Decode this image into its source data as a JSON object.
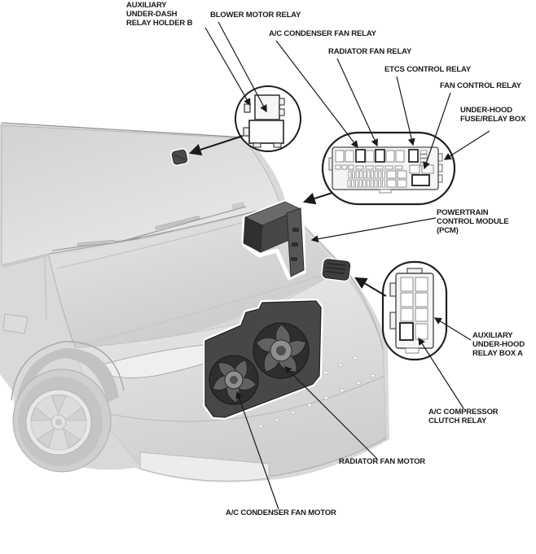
{
  "callouts": {
    "aux_under_dash_relay_holder_b": "AUXILIARY\nUNDER-DASH\nRELAY HOLDER B",
    "blower_motor_relay": "BLOWER MOTOR RELAY",
    "ac_condenser_fan_relay": "A/C CONDENSER FAN RELAY",
    "radiator_fan_relay": "RADIATOR FAN RELAY",
    "etcs_control_relay": "ETCS CONTROL RELAY",
    "fan_control_relay": "FAN CONTROL RELAY",
    "under_hood_fuse_relay_box": "UNDER-HOOD\nFUSE/RELAY BOX",
    "powertrain_control_module": "POWERTRAIN\nCONTROL MODULE\n(PCM)",
    "aux_under_hood_relay_box_a": "AUXILIARY\nUNDER-HOOD\nRELAY BOX A",
    "ac_compressor_clutch_relay": "A/C COMPRESSOR\nCLUTCH RELAY",
    "radiator_fan_motor": "RADIATOR FAN MOTOR",
    "ac_condenser_fan_motor": "A/C CONDENSER FAN MOTOR"
  },
  "colors": {
    "background": "#ffffff",
    "label_text": "#1a1a1a",
    "leader_line": "#1a1a1a",
    "car_body_gray": "#d8d8d8",
    "component_dark_gray": "#3f3f3f",
    "bubble_outline": "#1f1f1f"
  }
}
